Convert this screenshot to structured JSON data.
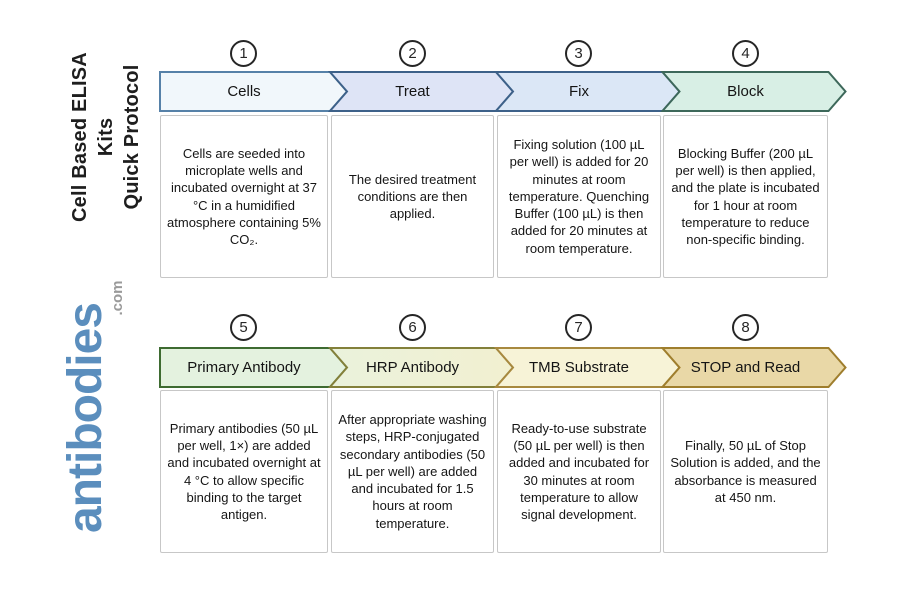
{
  "sidebar": {
    "title_line1": "Cell Based ELISA Kits",
    "title_line2": "Quick Protocol",
    "title_color": "#1e1e1e",
    "logo_text": "antibodies",
    "logo_suffix": ".com",
    "logo_color": "#5b8ebd",
    "suffix_color": "#9a9a9a"
  },
  "steps": [
    {
      "number": "1",
      "label": "Cells",
      "description": "Cells are seeded into microplate wells and incubated overnight at 37 °C in a humidified atmosphere containing 5% CO₂.",
      "fill": "#f1f7fb",
      "stroke": "#5681a8"
    },
    {
      "number": "2",
      "label": "Treat",
      "description": "The desired treatment conditions are then applied.",
      "fill": "#dee4f6",
      "stroke": "#3d6189"
    },
    {
      "number": "3",
      "label": "Fix",
      "description": "Fixing solution (100 µL per well) is added for 20 minutes at room temperature. Quenching Buffer (100 µL) is then added for 20 minutes at room temperature.",
      "fill": "#dbe7f6",
      "stroke": "#3d6189"
    },
    {
      "number": "4",
      "label": "Block",
      "description": "Blocking Buffer (200 µL per well) is then applied, and the plate is incubated for 1 hour at room temperature to reduce non-specific binding.",
      "fill": "#d8efe5",
      "stroke": "#3d685a"
    },
    {
      "number": "5",
      "label": "Primary Antibody",
      "description": "Primary antibodies (50 µL per well, 1×) are added and incubated overnight at 4 °C to allow specific binding to the target antigen.",
      "fill": "#e4f2df",
      "stroke": "#3e6b31"
    },
    {
      "number": "6",
      "label": "HRP Antibody",
      "description": "After appropriate washing steps, HRP-conjugated secondary antibodies (50 µL per well) are added and incubated for 1.5 hours at room temperature.",
      "fill": "#eaf2dc",
      "fill2": "#f2f0d0",
      "stroke": "#83803a"
    },
    {
      "number": "7",
      "label": "TMB Substrate",
      "description": "Ready-to-use substrate (50 µL per well) is then added and incubated for 30 minutes at room temperature to allow signal development.",
      "fill": "#f7f3d7",
      "stroke": "#a8893f"
    },
    {
      "number": "8",
      "label": "STOP and Read",
      "description": "Finally, 50 µL of Stop Solution is added, and the absorbance is measured at 450 nm.",
      "fill": "#e9d8a7",
      "stroke": "#9f7e2d"
    }
  ]
}
